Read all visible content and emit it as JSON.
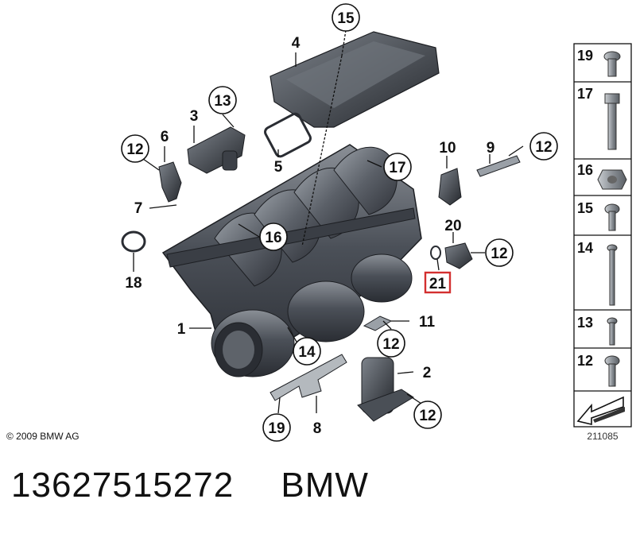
{
  "callouts": {
    "c1": "1",
    "c2": "2",
    "c3": "3",
    "c4": "4",
    "c5": "5",
    "c6": "6",
    "c7": "7",
    "c8": "8",
    "c9": "9",
    "c10": "10",
    "c11": "11",
    "c12a": "12",
    "c12b": "12",
    "c12c": "12",
    "c12d": "12",
    "c12e": "12",
    "c13": "13",
    "c14": "14",
    "c15": "15",
    "c16": "16",
    "c17": "17",
    "c18": "18",
    "c19": "19",
    "c21": "21",
    "c20": "20"
  },
  "highlight": {
    "callout": "21",
    "color": "#d32f2f"
  },
  "sidebar": {
    "items": [
      "19",
      "17",
      "16",
      "15",
      "14",
      "13",
      "12"
    ]
  },
  "copyright": "© 2009 BMW AG",
  "diagram_number": "211085",
  "footer": {
    "part_number": "13627515272",
    "brand": "BMW"
  }
}
